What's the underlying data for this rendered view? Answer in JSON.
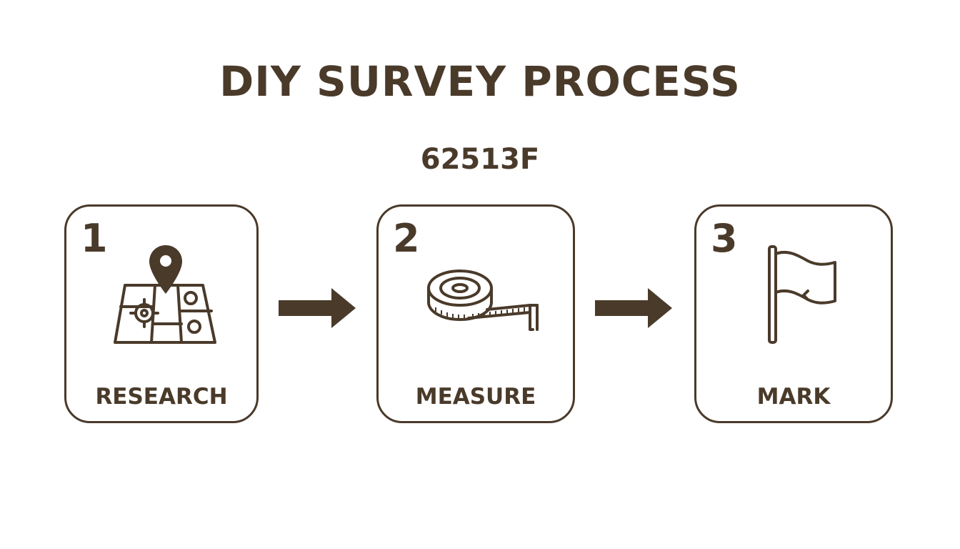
{
  "title": "DIY SURVEY PROCESS",
  "code": "62513F",
  "colors": {
    "primary": "#4a3a2a",
    "background": "#ffffff"
  },
  "steps": [
    {
      "number": "1",
      "label": "RESEARCH",
      "icon": "map-location-icon"
    },
    {
      "number": "2",
      "label": "MEASURE",
      "icon": "tape-measure-icon"
    },
    {
      "number": "3",
      "label": "MARK",
      "icon": "flag-icon"
    }
  ]
}
